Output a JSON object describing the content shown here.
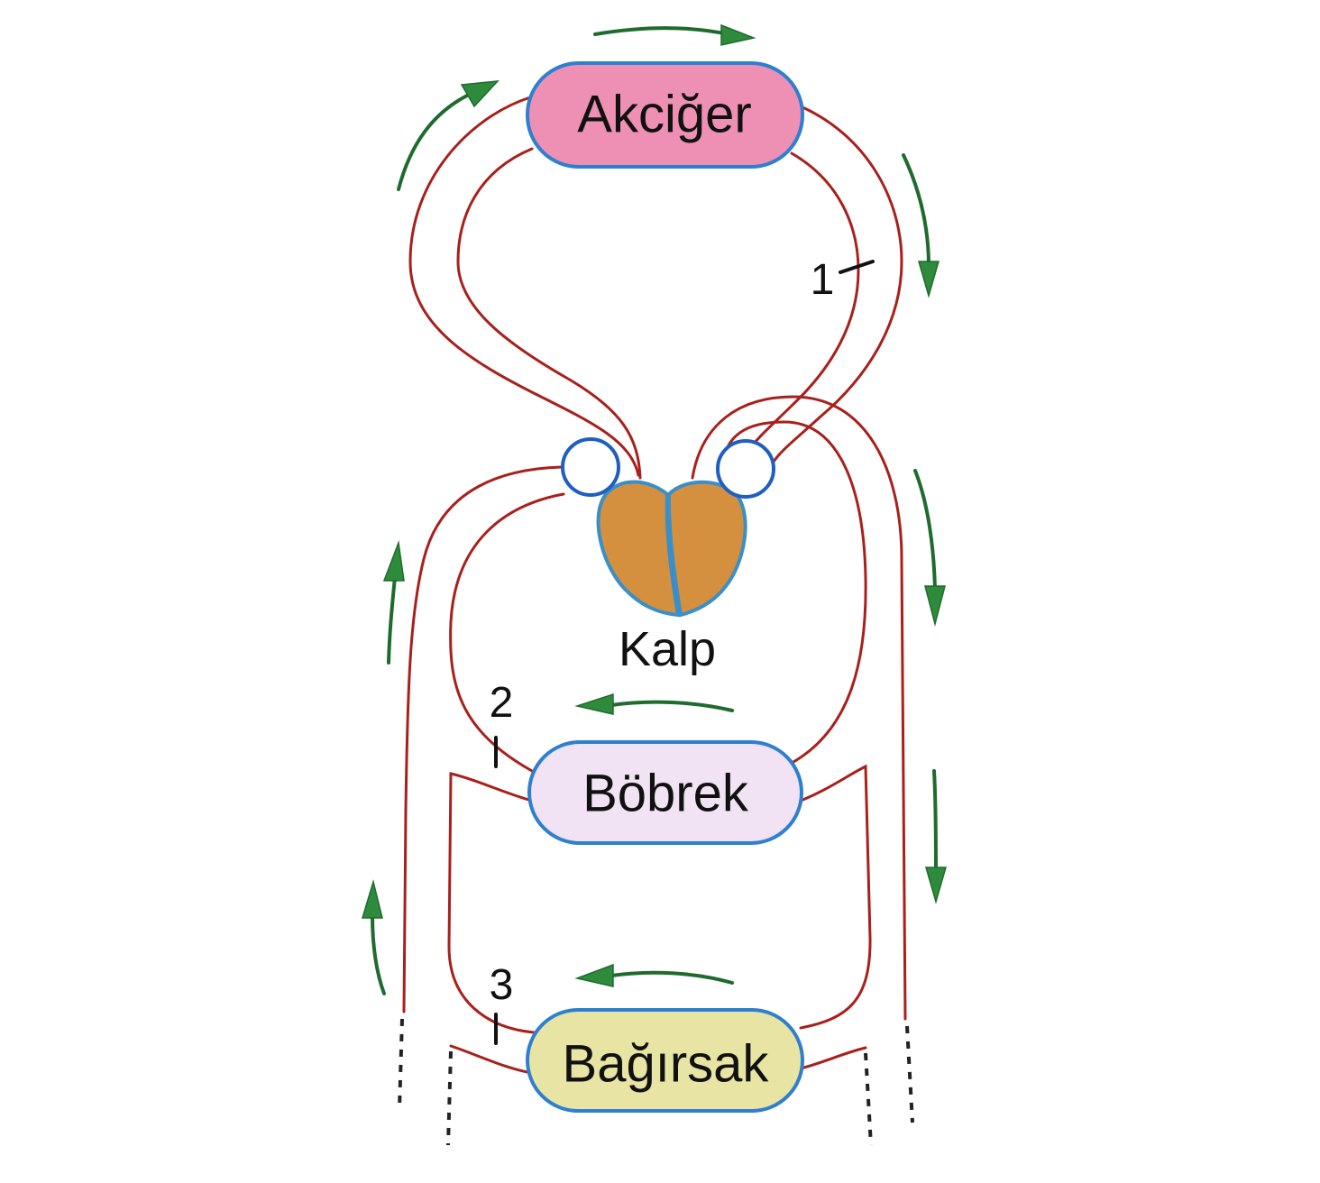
{
  "diagram": {
    "title": "",
    "organs": {
      "lung": {
        "label": "Akciğer",
        "fill": "#ee8fb4"
      },
      "heart": {
        "label": "Kalp",
        "fill": "#d4903f"
      },
      "kidney": {
        "label": "Böbrek",
        "fill": "#f1e2f4"
      },
      "intestine": {
        "label": "Bağırsak",
        "fill": "#e8e4a4"
      }
    },
    "markers": [
      {
        "id": "1",
        "label": "1",
        "location": "lung-to-heart vessel (pulmonary vein)"
      },
      {
        "id": "2",
        "label": "2",
        "location": "kidney outgoing vessel (renal vein)"
      },
      {
        "id": "3",
        "label": "3",
        "location": "intestine outgoing vessel"
      }
    ],
    "colors": {
      "vessel": "#a8201c",
      "flow_arrow": "#2e8b3c",
      "organ_border": "#2f7fd0"
    },
    "flow_arrows": [
      "top: left-to-right over lung",
      "upper-left: upward into lung",
      "upper-right: downward from lung",
      "right-middle: downward",
      "right-lower: downward",
      "left-middle: upward",
      "left-lower: upward",
      "above kidney: right-to-left",
      "above intestine: right-to-left"
    ]
  }
}
